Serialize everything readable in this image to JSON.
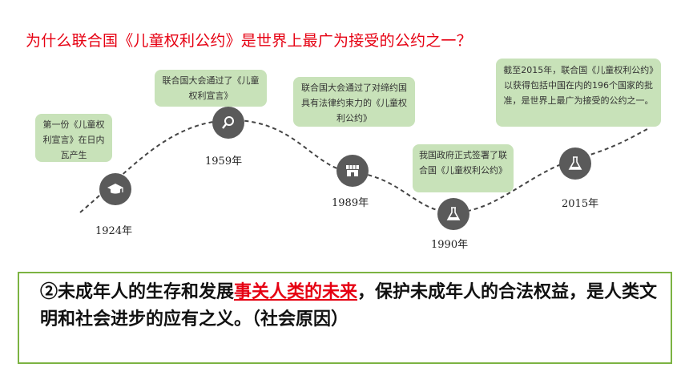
{
  "title": "为什么联合国《儿童权利公约》是世界上最广为接受的公约之一？",
  "events": [
    {
      "year": "1924年",
      "text": "第一份《儿童权利宣言》在日内瓦产生",
      "icon": "graduation-cap-icon"
    },
    {
      "year": "1959年",
      "text": "联合国大会通过了《儿童权利宣言》",
      "icon": "magnifier-icon"
    },
    {
      "year": "1989年",
      "text": "联合国大会通过了对缔约国具有法律约束力的《儿童权利公约》",
      "icon": "storefront-icon"
    },
    {
      "year": "1990年",
      "text": "我国政府正式签署了联合国《儿童权利公约》",
      "icon": "flask-icon"
    },
    {
      "year": "2015年",
      "text": "截至2015年，联合国《儿童权利公约》以获得包括中国在内的196个国家的批准，是世界上最广为接受的公约之一。",
      "icon": "flask-icon"
    }
  ],
  "conclusion": {
    "prefix": "②未成年人的生存和发展",
    "highlight": "事关人类的未来",
    "suffix": "，保护未成年人的合法权益，是人类文明和社会进步的应有之义。（社会原因）"
  },
  "colors": {
    "title": "#e60012",
    "bubble": "#c8e2b9",
    "node": "#5a5a5a",
    "frame": "#7cb342"
  }
}
